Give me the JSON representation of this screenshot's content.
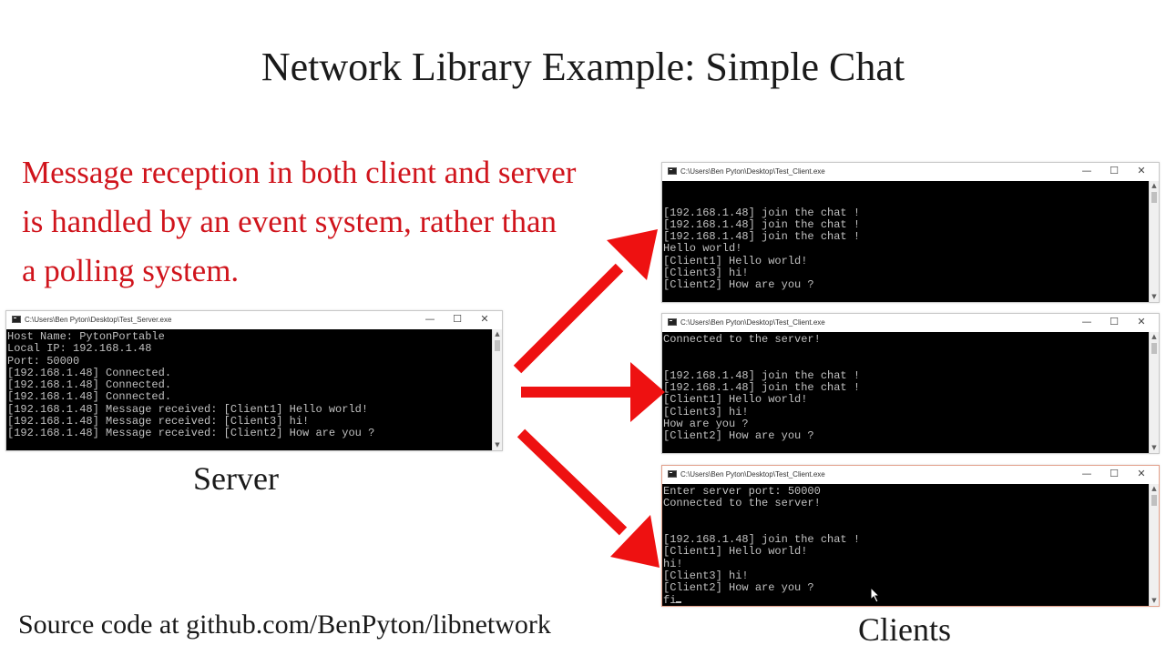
{
  "slide": {
    "title": "Network Library Example: Simple Chat",
    "description_lines": [
      "Message reception in both client and server",
      "is handled by an event system, rather than",
      "a polling system."
    ],
    "server_caption": "Server",
    "clients_caption": "Clients",
    "footer": "Source code at github.com/BenPyton/libnetwork"
  },
  "colors": {
    "accent_red": "#d0141c",
    "arrow_red": "#ee1111",
    "console_bg": "#000000",
    "console_text": "#c0c0c0"
  },
  "window_controls": {
    "minimize": "—",
    "maximize": "☐",
    "close": "✕"
  },
  "server_window": {
    "title": "C:\\Users\\Ben Pyton\\Desktop\\Test_Server.exe",
    "lines": [
      "Host Name: PytonPortable",
      "Local IP: 192.168.1.48",
      "Port: 50000",
      "[192.168.1.48] Connected.",
      "[192.168.1.48] Connected.",
      "[192.168.1.48] Connected.",
      "[192.168.1.48] Message received: [Client1] Hello world!",
      "[192.168.1.48] Message received: [Client3] hi!",
      "[192.168.1.48] Message received: [Client2] How are you ?"
    ]
  },
  "client_windows": [
    {
      "title": "C:\\Users\\Ben Pyton\\Desktop\\Test_Client.exe",
      "lines": [
        "",
        "",
        "[192.168.1.48] join the chat !",
        "[192.168.1.48] join the chat !",
        "[192.168.1.48] join the chat !",
        "Hello world!",
        "[Client1] Hello world!",
        "[Client3] hi!",
        "[Client2] How are you ?"
      ]
    },
    {
      "title": "C:\\Users\\Ben Pyton\\Desktop\\Test_Client.exe",
      "lines": [
        "Connected to the server!",
        "",
        "",
        "[192.168.1.48] join the chat !",
        "[192.168.1.48] join the chat !",
        "[Client1] Hello world!",
        "[Client3] hi!",
        "How are you ?",
        "[Client2] How are you ?"
      ]
    },
    {
      "title": "C:\\Users\\Ben Pyton\\Desktop\\Test_Client.exe",
      "lines": [
        "Enter server port: 50000",
        "Connected to the server!",
        "",
        "",
        "[192.168.1.48] join the chat !",
        "[Client1] Hello world!",
        "hi!",
        "[Client3] hi!",
        "[Client2] How are you ?",
        "fi"
      ]
    }
  ]
}
